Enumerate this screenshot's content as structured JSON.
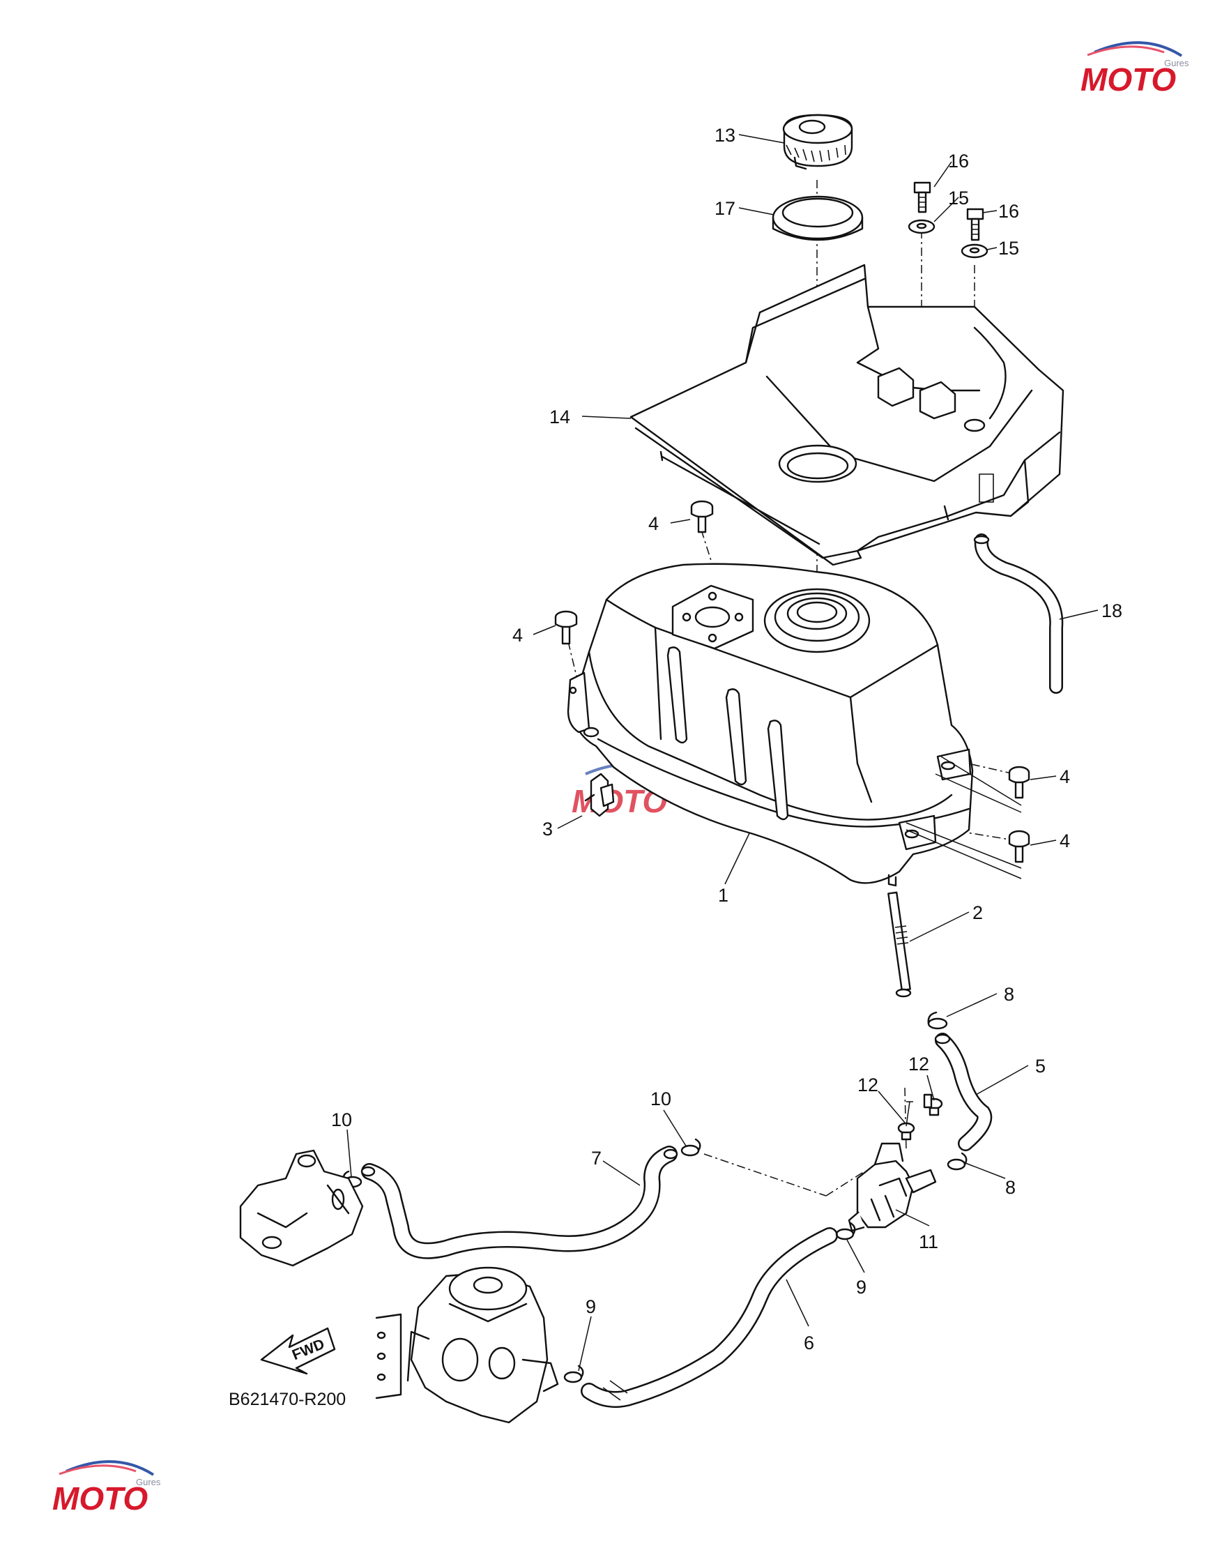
{
  "diagram_code": "B621470-R200",
  "direction_label": "FWD",
  "watermark_text": "MOTO",
  "watermark_sub": "Gures",
  "callouts": [
    "1",
    "2",
    "3",
    "4",
    "4",
    "4",
    "4",
    "5",
    "6",
    "7",
    "8",
    "8",
    "9",
    "9",
    "10",
    "10",
    "11",
    "12",
    "12",
    "13",
    "14",
    "15",
    "15",
    "16",
    "16",
    "17",
    "18"
  ],
  "colors": {
    "line": "#111111",
    "background": "#ffffff",
    "watermark_red": "#d7192c",
    "watermark_blue": "#3457a8"
  }
}
